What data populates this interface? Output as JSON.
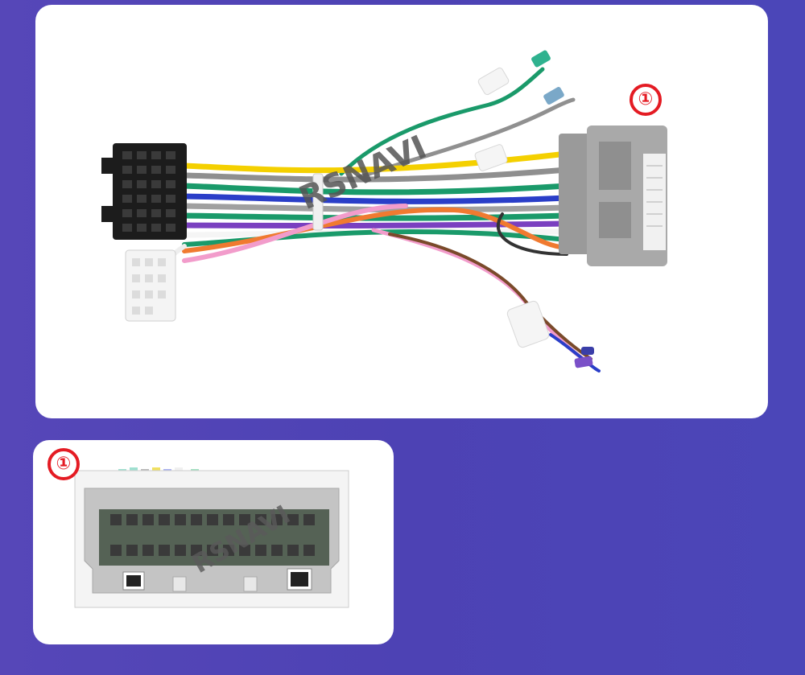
{
  "top_panel": {
    "badge": "①",
    "watermark": "RSNAVI"
  },
  "bottom_panel": {
    "badge": "①",
    "watermark": "RSNAVI"
  },
  "colors": {
    "background": "#4d42b4",
    "badge_red": "#e41b23",
    "connector_black": "#1c1c1c",
    "connector_grey": "#a9a9a9"
  }
}
